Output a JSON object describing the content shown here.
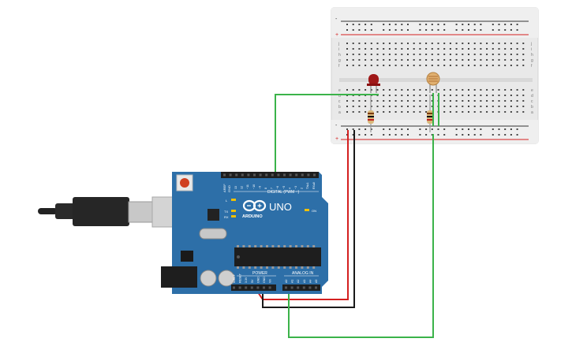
{
  "breadboard": {
    "rail_labels": [
      "-",
      "+"
    ],
    "row_letters_top": [
      "j",
      "i",
      "h",
      "g",
      "f"
    ],
    "row_letters_bottom": [
      "e",
      "d",
      "c",
      "b",
      "a"
    ],
    "column_count": 30
  },
  "arduino": {
    "logo_text": "UNO",
    "brand_text": "ARDUINO",
    "digital_label": "DIGITAL (PWM ~)",
    "aref_label": "AREF",
    "gnd_label": "GND",
    "digital_pins": [
      "13",
      "12",
      "~11",
      "~10",
      "~9",
      "8",
      "7",
      "~6",
      "~5",
      "4",
      "~3",
      "2",
      "TX▸1",
      "RX◂0"
    ],
    "led_labels": {
      "l": "L",
      "tx": "TX",
      "rx": "RX",
      "on": "ON"
    },
    "power_label": "POWER",
    "analog_label": "ANALOG IN",
    "power_pins": [
      "IOREF",
      "RESET",
      "3.3V",
      "5V",
      "GND",
      "GND",
      "Vin"
    ],
    "analog_pins": [
      "A0",
      "A1",
      "A2",
      "A3",
      "A4",
      "A5"
    ]
  },
  "colors": {
    "board_blue": "#2d6fa8",
    "wire_red": "#d42020",
    "wire_black": "#1a1a1a",
    "wire_green": "#3bb34a",
    "breadboard": "#e8e8e8",
    "led_red": "#a01818"
  },
  "components": [
    {
      "name": "led",
      "color": "red"
    },
    {
      "name": "photoresistor"
    },
    {
      "name": "resistor"
    },
    {
      "name": "resistor"
    }
  ]
}
